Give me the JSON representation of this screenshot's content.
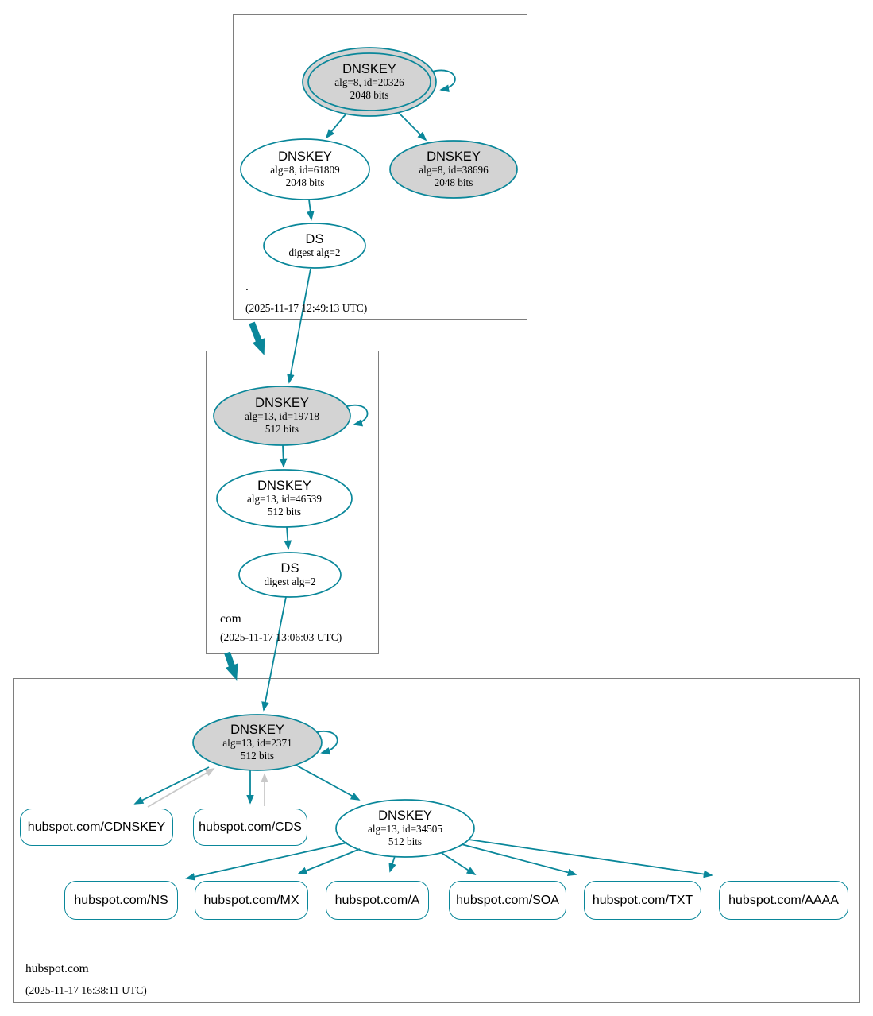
{
  "colors": {
    "secure_teal": "#0a879a",
    "ksk_fill_gray": "#d3d3d3",
    "warning_edge_gray": "#c9c9c9",
    "zone_box_border": "#7e7e7e"
  },
  "zones": {
    "root": {
      "label": ".",
      "timestamp": "(2025-11-17 12:49:13 UTC)",
      "ksk": {
        "title": "DNSKEY",
        "alg": "alg=8, id=20326",
        "bits": "2048 bits"
      },
      "zsk": {
        "title": "DNSKEY",
        "alg": "alg=8, id=61809",
        "bits": "2048 bits"
      },
      "ksk2": {
        "title": "DNSKEY",
        "alg": "alg=8, id=38696",
        "bits": "2048 bits"
      },
      "ds": {
        "title": "DS",
        "digest": "digest alg=2"
      }
    },
    "com": {
      "label": "com",
      "timestamp": "(2025-11-17 13:06:03 UTC)",
      "ksk": {
        "title": "DNSKEY",
        "alg": "alg=13, id=19718",
        "bits": "512 bits"
      },
      "zsk": {
        "title": "DNSKEY",
        "alg": "alg=13, id=46539",
        "bits": "512 bits"
      },
      "ds": {
        "title": "DS",
        "digest": "digest alg=2"
      }
    },
    "hubspot": {
      "label": "hubspot.com",
      "timestamp": "(2025-11-17 16:38:11 UTC)",
      "ksk": {
        "title": "DNSKEY",
        "alg": "alg=13, id=2371",
        "bits": "512 bits"
      },
      "zsk": {
        "title": "DNSKEY",
        "alg": "alg=13, id=34505",
        "bits": "512 bits"
      },
      "cdnskey": "hubspot.com/CDNSKEY",
      "cds": "hubspot.com/CDS",
      "rrsets": [
        "hubspot.com/NS",
        "hubspot.com/MX",
        "hubspot.com/A",
        "hubspot.com/SOA",
        "hubspot.com/TXT",
        "hubspot.com/AAAA"
      ]
    }
  }
}
